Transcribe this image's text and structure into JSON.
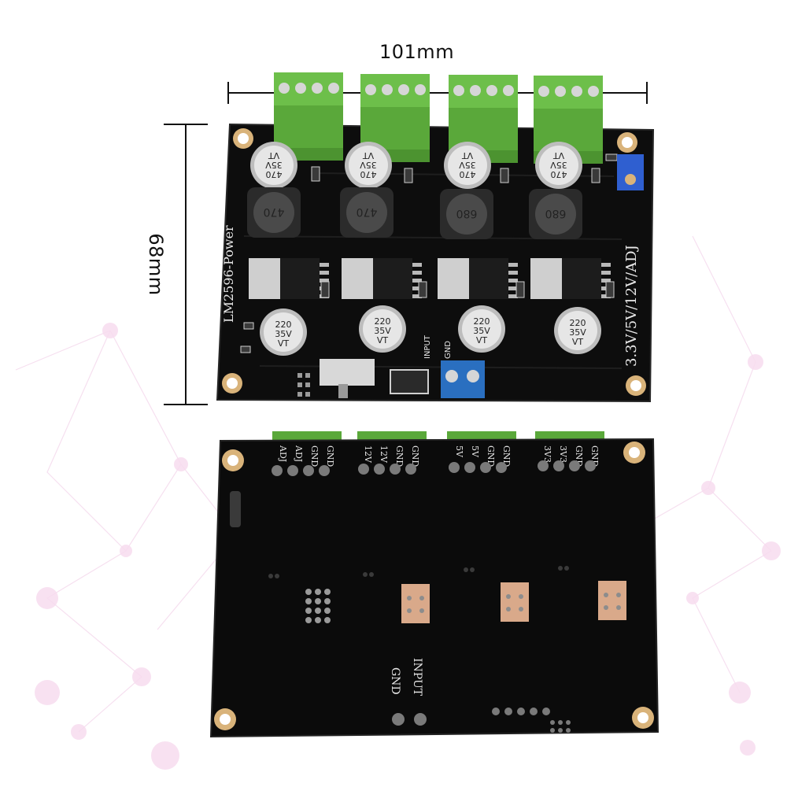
{
  "dimensions": {
    "width_label": "101mm",
    "height_label": "68mm"
  },
  "top_board": {
    "title": "LM2596-Power",
    "outputs_label": "3.3V/5V/12V/ADJ",
    "input_label": "INPUT",
    "gnd_label": "GND",
    "capacitors_470": [
      "470",
      "35V",
      "VT"
    ],
    "capacitors_220": [
      "220",
      "35V",
      "VT"
    ],
    "inductors": [
      "470",
      "470",
      "680",
      "680"
    ],
    "colors": {
      "pcb": "#0d0d0d",
      "terminal_green": "#6dbf4a",
      "terminal_blue": "#2a6fc0",
      "pot_blue": "#2f5fd0"
    }
  },
  "bottom_board": {
    "header_groups": [
      {
        "labels": [
          "ADJ",
          "ADJ",
          "GND",
          "GND"
        ]
      },
      {
        "labels": [
          "12V",
          "12V",
          "GND",
          "GND"
        ]
      },
      {
        "labels": [
          "5V",
          "5V",
          "GND",
          "GND"
        ]
      },
      {
        "labels": [
          "3V3",
          "3V3",
          "GND",
          "GND"
        ]
      }
    ],
    "input_label": "INPUT",
    "gnd_label": "GND"
  }
}
